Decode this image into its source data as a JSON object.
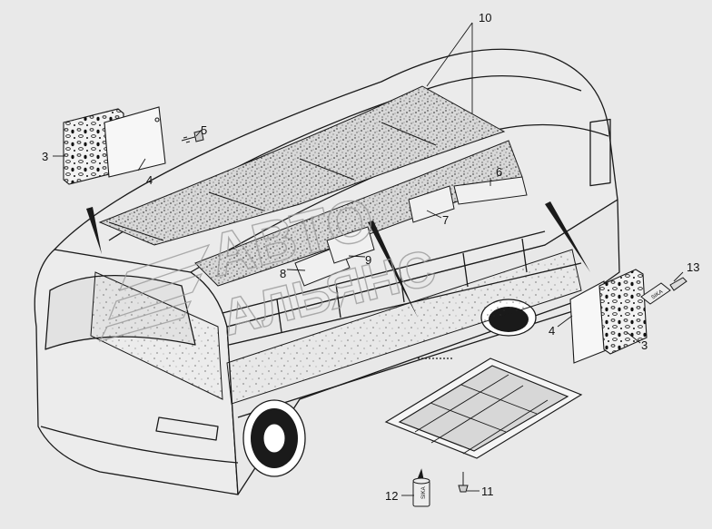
{
  "callouts": {
    "c3_left": "3",
    "c4_left": "4",
    "c5": "5",
    "c10": "10",
    "c6": "6",
    "c7": "7",
    "c8": "8",
    "c9": "9",
    "c13": "13",
    "c4_right": "4",
    "c3_right": "3",
    "c12": "12",
    "c11": "11"
  },
  "watermark": {
    "line1": "АВТО",
    "line2": "АЛЬЯНС"
  },
  "part_stamp": "SIKA",
  "colors": {
    "background": "#e9e9e9",
    "line": "#1a1a1a",
    "watermark": "#9a9a9a"
  }
}
